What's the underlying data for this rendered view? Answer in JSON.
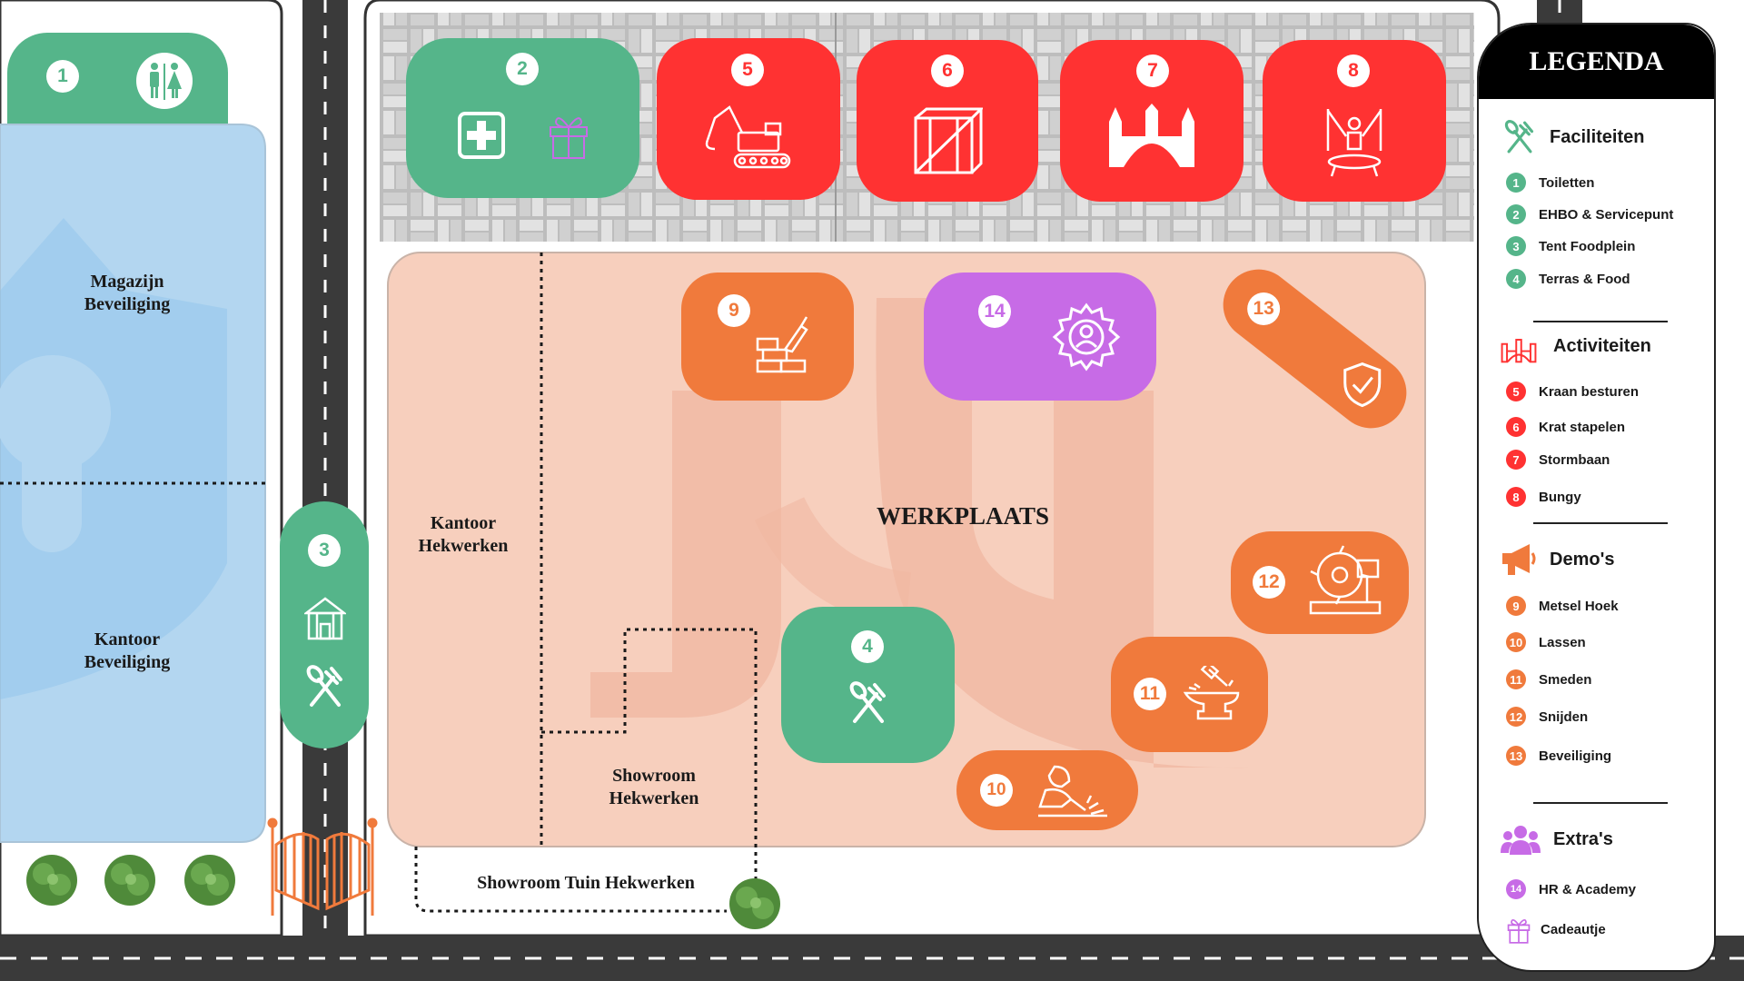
{
  "colors": {
    "facility": "#55b58a",
    "activity": "#ff3232",
    "demo": "#f07a3c",
    "extra": "#c76be6",
    "workplace": "#f7cfbd",
    "warehouse": "#b3d6f0",
    "road": "#3a3a3a",
    "pavers": "#c9c9c9"
  },
  "areas": {
    "warehouse_security": [
      "Magazijn",
      "Beveiliging"
    ],
    "office_security": [
      "Kantoor",
      "Beveiliging"
    ],
    "office_fencing": [
      "Kantoor",
      "Hekwerken"
    ],
    "workplace": "WERKPLAATS",
    "showroom_fencing": [
      "Showroom",
      "Hekwerken"
    ],
    "showroom_garden": "Showroom Tuin Hekwerken"
  },
  "markers": {
    "m1": "1",
    "m2": "2",
    "m3": "3",
    "m4": "4",
    "m5": "5",
    "m6": "6",
    "m7": "7",
    "m8": "8",
    "m9": "9",
    "m10": "10",
    "m11": "11",
    "m12": "12",
    "m13": "13",
    "m14": "14"
  },
  "legend": {
    "title": "LEGENDA",
    "sections": [
      {
        "title": "Faciliteiten",
        "icon": "cutlery-icon",
        "color": "#55b58a",
        "items": [
          {
            "n": "1",
            "label": "Toiletten"
          },
          {
            "n": "2",
            "label": "EHBO & Servicepunt"
          },
          {
            "n": "3",
            "label": "Tent Foodplein"
          },
          {
            "n": "4",
            "label": "Terras & Food"
          }
        ]
      },
      {
        "title": "Activiteiten",
        "icon": "bouncy-castle-icon",
        "color": "#ff3232",
        "items": [
          {
            "n": "5",
            "label": "Kraan besturen"
          },
          {
            "n": "6",
            "label": "Krat stapelen"
          },
          {
            "n": "7",
            "label": "Stormbaan"
          },
          {
            "n": "8",
            "label": "Bungy"
          }
        ]
      },
      {
        "title": "Demo's",
        "icon": "megaphone-icon",
        "color": "#f07a3c",
        "items": [
          {
            "n": "9",
            "label": "Metsel Hoek"
          },
          {
            "n": "10",
            "label": "Lassen"
          },
          {
            "n": "11",
            "label": "Smeden"
          },
          {
            "n": "12",
            "label": "Snijden"
          },
          {
            "n": "13",
            "label": "Beveiliging"
          }
        ]
      },
      {
        "title": "Extra's",
        "icon": "people-icon",
        "color": "#c76be6",
        "items": [
          {
            "n": "14",
            "label": "HR & Academy"
          },
          {
            "n": "",
            "label": "Cadeautje"
          }
        ]
      }
    ]
  }
}
